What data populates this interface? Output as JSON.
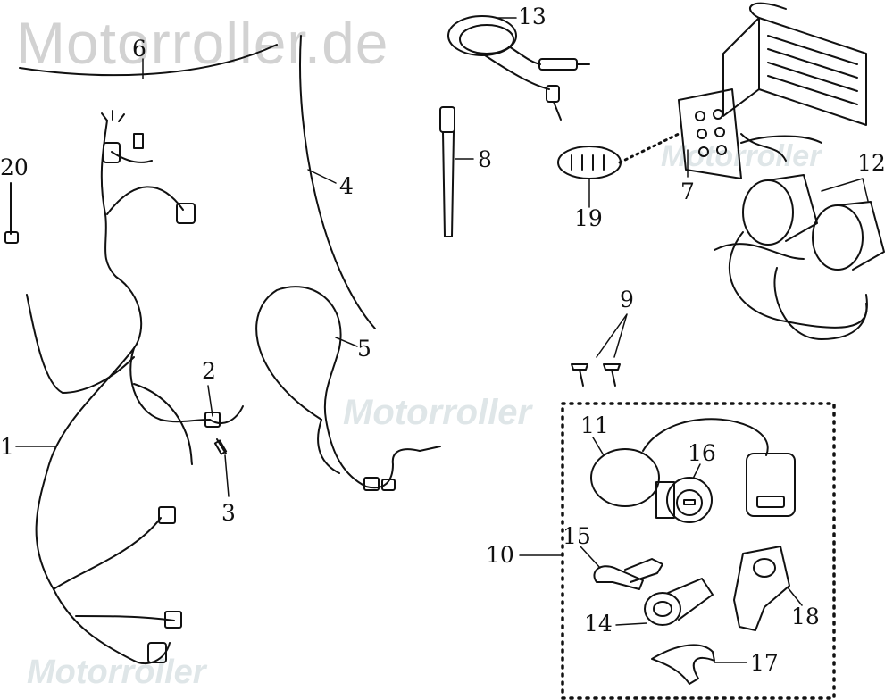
{
  "watermarks": {
    "top": "Motorroller.de",
    "middle": "Motorroller",
    "bottom": "Motorroller",
    "right": "Motorroller"
  },
  "callouts": {
    "p1": "1",
    "p2": "2",
    "p3": "3",
    "p4": "4",
    "p5": "5",
    "p6": "6",
    "p7": "7",
    "p8": "8",
    "p9": "9",
    "p10": "10",
    "p11": "11",
    "p12": "12",
    "p13": "13",
    "p14": "14",
    "p15": "15",
    "p16": "16",
    "p17": "17",
    "p18": "18",
    "p19": "19",
    "p20": "20"
  },
  "colors": {
    "ink": "#111111",
    "watermark": "#d2d2d2"
  }
}
